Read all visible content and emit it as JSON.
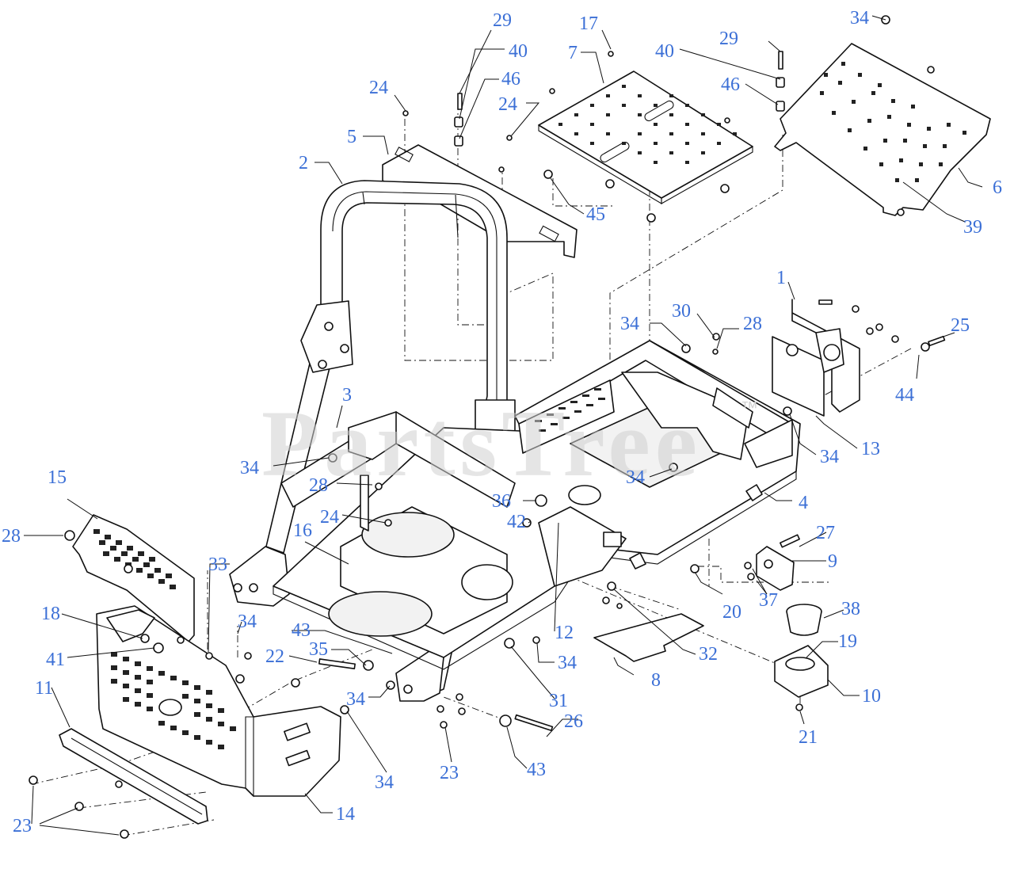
{
  "watermark": {
    "text": "PartsTree",
    "trademark": "™"
  },
  "callouts": [
    {
      "id": "c29a",
      "label": "29"
    },
    {
      "id": "c40a",
      "label": "40"
    },
    {
      "id": "c46a",
      "label": "46"
    },
    {
      "id": "c24a",
      "label": "24"
    },
    {
      "id": "c17",
      "label": "17"
    },
    {
      "id": "c7",
      "label": "7"
    },
    {
      "id": "c24b",
      "label": "24"
    },
    {
      "id": "c29b",
      "label": "29"
    },
    {
      "id": "c40b",
      "label": "40"
    },
    {
      "id": "c46b",
      "label": "46"
    },
    {
      "id": "c34a",
      "label": "34"
    },
    {
      "id": "c5",
      "label": "5"
    },
    {
      "id": "c2",
      "label": "2"
    },
    {
      "id": "c45",
      "label": "45"
    },
    {
      "id": "c6",
      "label": "6"
    },
    {
      "id": "c39",
      "label": "39"
    },
    {
      "id": "c1",
      "label": "1"
    },
    {
      "id": "c34b",
      "label": "34"
    },
    {
      "id": "c30",
      "label": "30"
    },
    {
      "id": "c28a",
      "label": "28"
    },
    {
      "id": "c25",
      "label": "25"
    },
    {
      "id": "c44",
      "label": "44"
    },
    {
      "id": "c3",
      "label": "3"
    },
    {
      "id": "c34c",
      "label": "34"
    },
    {
      "id": "c28b",
      "label": "28"
    },
    {
      "id": "c13",
      "label": "13"
    },
    {
      "id": "c34d",
      "label": "34"
    },
    {
      "id": "c34e",
      "label": "34"
    },
    {
      "id": "c15",
      "label": "15"
    },
    {
      "id": "c36",
      "label": "36"
    },
    {
      "id": "c4",
      "label": "4"
    },
    {
      "id": "c24c",
      "label": "24"
    },
    {
      "id": "c42",
      "label": "42"
    },
    {
      "id": "c28c",
      "label": "28"
    },
    {
      "id": "c16",
      "label": "16"
    },
    {
      "id": "c27",
      "label": "27"
    },
    {
      "id": "c33",
      "label": "33"
    },
    {
      "id": "c9",
      "label": "9"
    },
    {
      "id": "c20",
      "label": "20"
    },
    {
      "id": "c37",
      "label": "37"
    },
    {
      "id": "c38",
      "label": "38"
    },
    {
      "id": "c18",
      "label": "18"
    },
    {
      "id": "c34f",
      "label": "34"
    },
    {
      "id": "c43a",
      "label": "43"
    },
    {
      "id": "c12",
      "label": "12"
    },
    {
      "id": "c41",
      "label": "41"
    },
    {
      "id": "c35",
      "label": "35"
    },
    {
      "id": "c22",
      "label": "22"
    },
    {
      "id": "c34g",
      "label": "34"
    },
    {
      "id": "c32",
      "label": "32"
    },
    {
      "id": "c19",
      "label": "19"
    },
    {
      "id": "c8",
      "label": "8"
    },
    {
      "id": "c11",
      "label": "11"
    },
    {
      "id": "c34h",
      "label": "34"
    },
    {
      "id": "c31",
      "label": "31"
    },
    {
      "id": "c10",
      "label": "10"
    },
    {
      "id": "c26",
      "label": "26"
    },
    {
      "id": "c21",
      "label": "21"
    },
    {
      "id": "c23a",
      "label": "23"
    },
    {
      "id": "c43b",
      "label": "43"
    },
    {
      "id": "c34i",
      "label": "34"
    },
    {
      "id": "c14",
      "label": "14"
    },
    {
      "id": "c23b",
      "label": "23"
    }
  ]
}
